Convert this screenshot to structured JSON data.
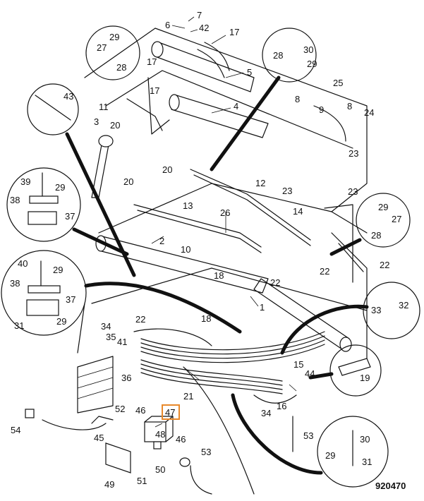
{
  "drawing": {
    "reference": "920470",
    "highlighted_callout": "47",
    "callouts": [
      "1",
      "2",
      "3",
      "4",
      "5",
      "6",
      "7",
      "8",
      "9",
      "10",
      "11",
      "12",
      "13",
      "14",
      "15",
      "16",
      "17",
      "18",
      "19",
      "20",
      "21",
      "22",
      "23",
      "24",
      "25",
      "26",
      "27",
      "28",
      "29",
      "30",
      "31",
      "32",
      "33",
      "34",
      "35",
      "36",
      "37",
      "38",
      "39",
      "40",
      "41",
      "42",
      "43",
      "44",
      "45",
      "46",
      "47",
      "48",
      "49",
      "50",
      "51",
      "52",
      "53",
      "54"
    ]
  }
}
